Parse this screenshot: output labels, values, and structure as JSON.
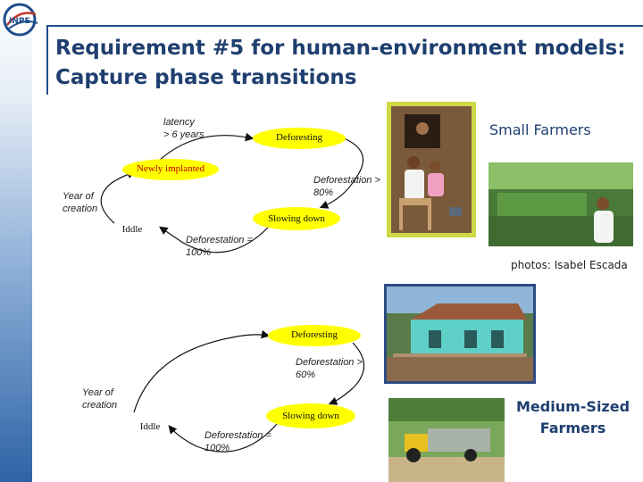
{
  "slide": {
    "logo_text": "INPE",
    "title_line1": "Requirement #5 for human-environment models:",
    "title_line2": "Capture phase transitions"
  },
  "diagram_top": {
    "latency": "latency",
    "latency_value": "> 6 years",
    "state_deforesting": "Deforesting",
    "state_newly": "Newly implanted",
    "year_of": "Year of",
    "creation": "creation",
    "state_iddle": "Iddle",
    "deforestation_80_a": "Deforestation >",
    "deforestation_80_b": "80%",
    "state_slowing": "Slowing down",
    "deforestation_100_a": "Deforestation =",
    "deforestation_100_b": "100%"
  },
  "diagram_bottom": {
    "state_deforesting": "Deforesting",
    "deforestation_60_a": "Deforestation >",
    "deforestation_60_b": "60%",
    "year_of": "Year of",
    "creation": "creation",
    "state_iddle": "Iddle",
    "state_slowing": "Slowing down",
    "deforestation_100_a": "Deforestation =",
    "deforestation_100_b": "100%"
  },
  "captions": {
    "small_farmers": "Small Farmers",
    "photo_credit": "photos: Isabel Escada",
    "medium_line1": "Medium-Sized",
    "medium_line2": "Farmers"
  },
  "colors": {
    "sidebar_dark": "#2e63a6",
    "title_text": "#1f3f6f",
    "state_fill": "#ffff00",
    "state_newly_text": "#c00000"
  }
}
